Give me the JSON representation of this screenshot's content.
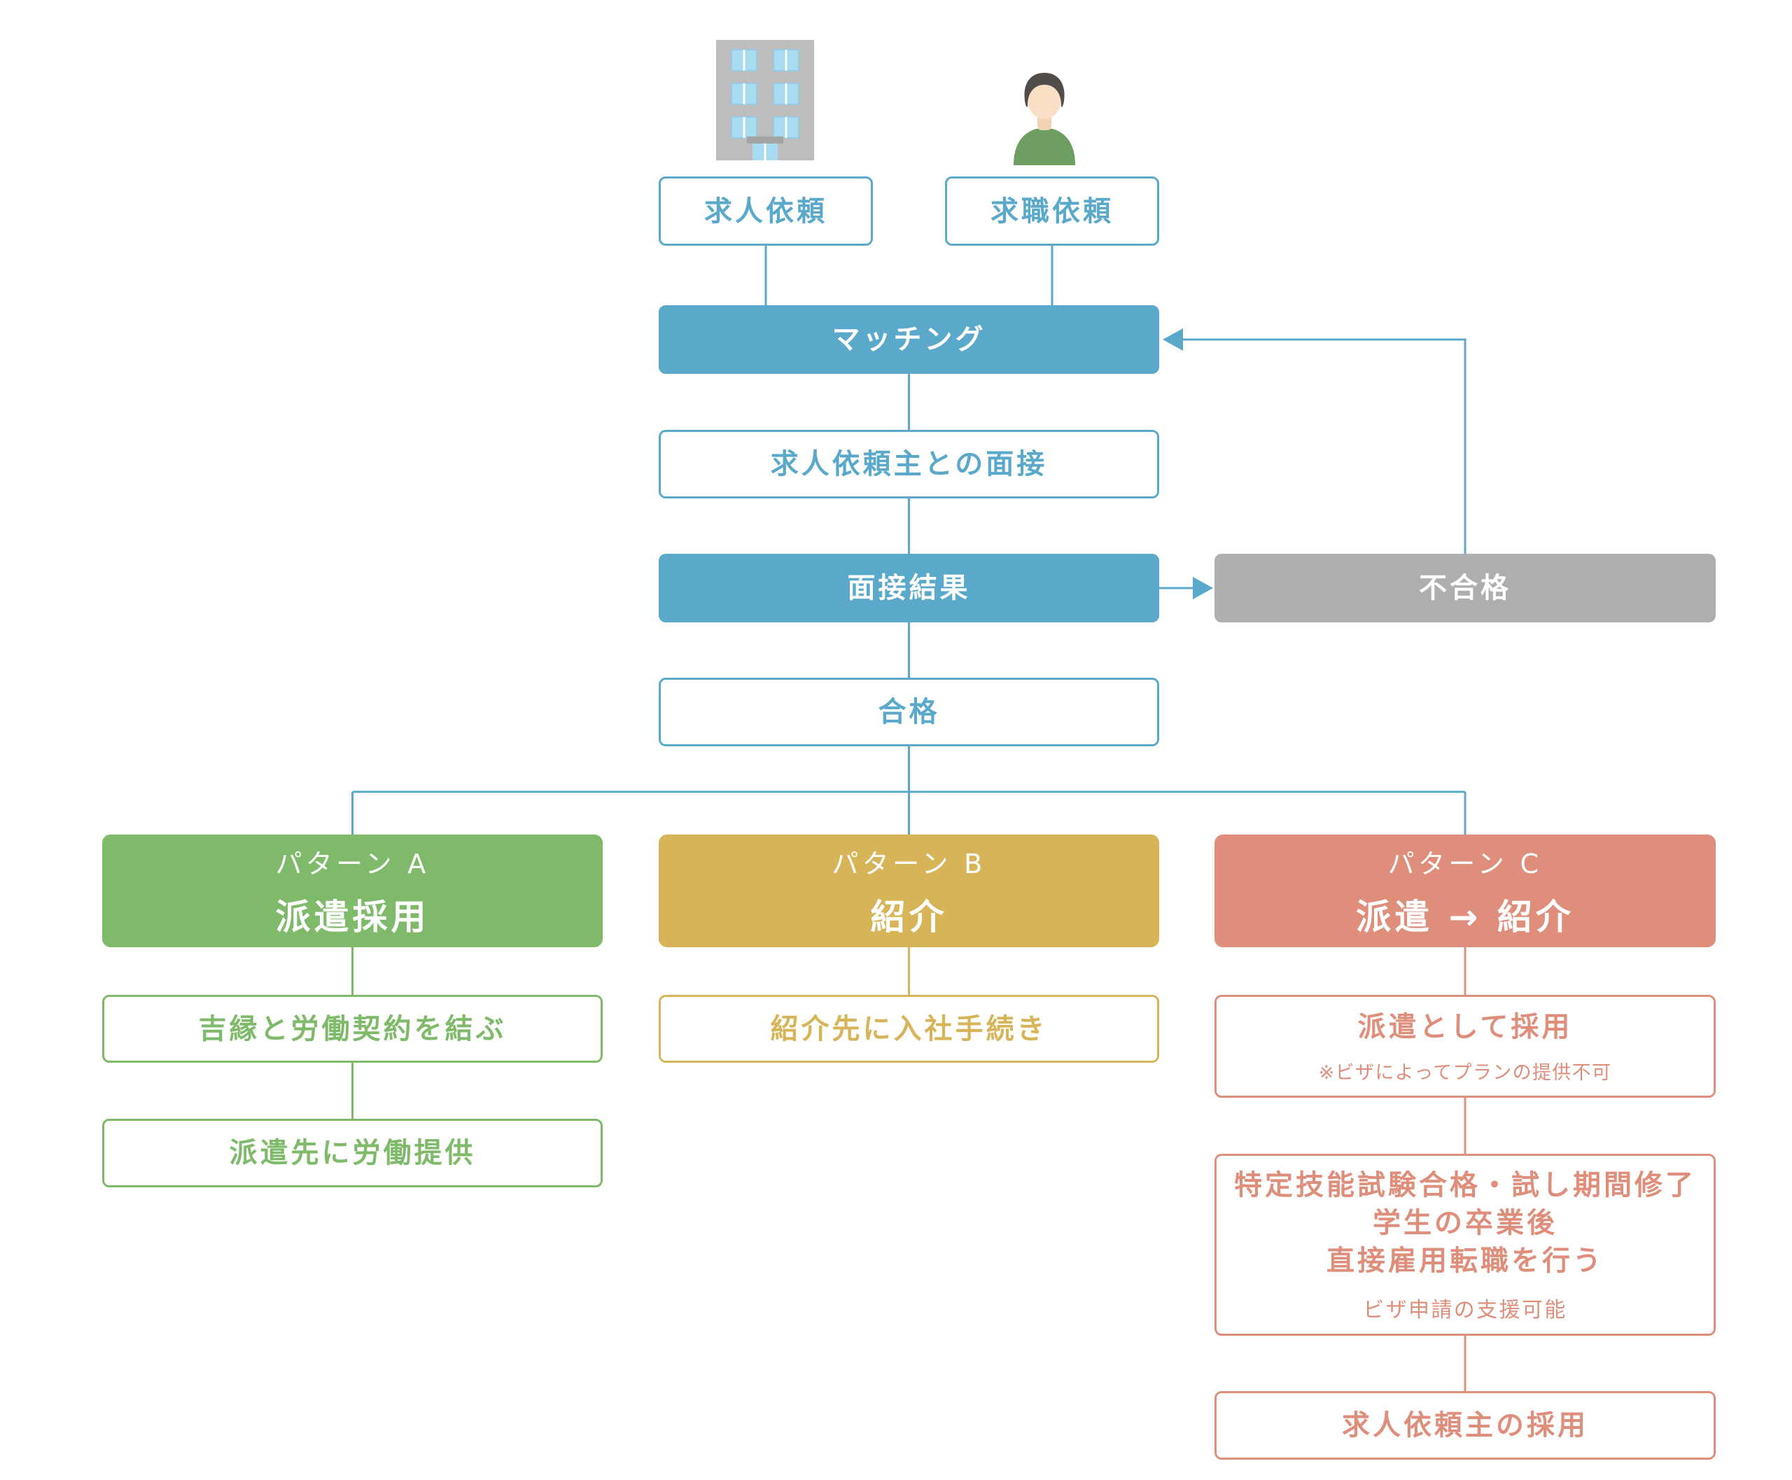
{
  "colors": {
    "blue": "#5AA9CB",
    "gray": "#AEAEAE",
    "green": "#7FBA6B",
    "gold": "#D8B458",
    "salmon": "#DE8E7A",
    "building_body": "#BDBDBD",
    "building_window": "#A8DAF0",
    "building_awning": "#A4A4A4",
    "person_hair": "#514D4B",
    "person_skin": "#F8DFC6",
    "person_shirt": "#6F9E63"
  },
  "icons": {
    "building": "building-icon",
    "person": "person-icon"
  },
  "nodes": {
    "job_request": {
      "label": "求人依頼"
    },
    "seek_request": {
      "label": "求職依頼"
    },
    "matching": {
      "label": "マッチング"
    },
    "interview": {
      "label": "求人依頼主との面接"
    },
    "result": {
      "label": "面接結果"
    },
    "fail": {
      "label": "不合格"
    },
    "pass": {
      "label": "合格"
    },
    "pattern_a": {
      "title": "パターン A",
      "subtitle": "派遣採用"
    },
    "a1": {
      "label": "吉縁と労働契約を結ぶ"
    },
    "a2": {
      "label": "派遣先に労働提供"
    },
    "pattern_b": {
      "title": "パターン B",
      "subtitle": "紹介"
    },
    "b1": {
      "label": "紹介先に入社手続き"
    },
    "pattern_c": {
      "title": "パターン C",
      "subtitle": "派遣 → 紹介"
    },
    "c1": {
      "label": "派遣として採用",
      "note": "※ビザによってプランの提供不可"
    },
    "c2": {
      "lines": [
        "特定技能試験合格・試し期間修了",
        "学生の卒業後",
        "直接雇用転職を行う"
      ],
      "note": "ビザ申請の支援可能"
    },
    "c3": {
      "label": "求人依頼主の採用"
    }
  }
}
